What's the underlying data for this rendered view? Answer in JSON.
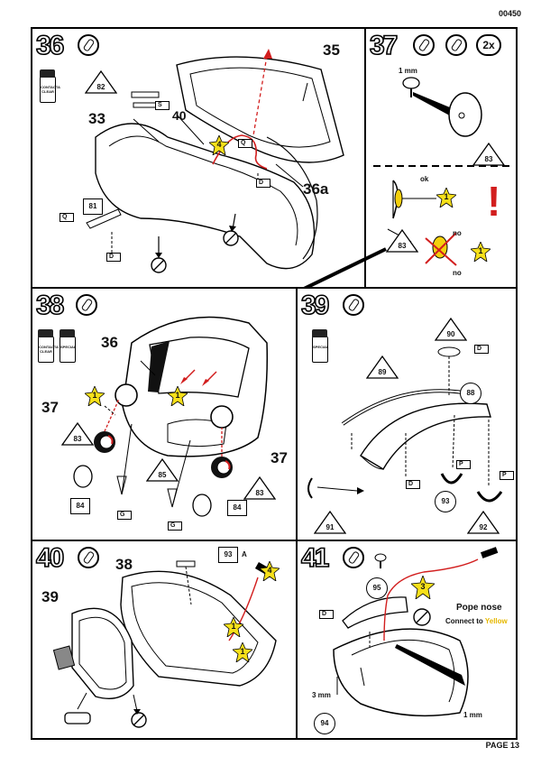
{
  "header": {
    "document_number": "00450"
  },
  "footer": {
    "page_label": "PAGE 13"
  },
  "colors": {
    "paint_yellow": "#f7e01a",
    "arrow_red": "#d21e1e",
    "warning_red": "#d21e1e",
    "bulb_yellow": "#f4d00c"
  },
  "steps": {
    "s36": {
      "number": "36",
      "paint_jar_label": "CONTACTA CLEAR",
      "parts": {
        "hood": "35",
        "body": "33",
        "cable": "40",
        "inner": "36a"
      },
      "markers": {
        "tri": "82",
        "box": "81"
      },
      "paint_code": "4",
      "letters": {
        "s": "S",
        "q1": "Q",
        "q2": "Q",
        "d1": "D",
        "d2": "D"
      }
    },
    "s37": {
      "number": "37",
      "quantity": "2x",
      "dimension": "1 mm",
      "marker": "83",
      "ok_label": "ok",
      "no_label_1": "no",
      "no_label_2": "no",
      "paint_code": "1",
      "tri_bottom": "83",
      "warning": "!"
    },
    "s38": {
      "number": "38",
      "paint_jar_1": "CONTACTA CLEAR",
      "paint_jar_2": "SPECIAL",
      "parts": {
        "body": "36",
        "lamp_left": "37",
        "lamp_right": "37"
      },
      "markers": {
        "tri_left": "83",
        "tri_right": "83",
        "tri_center": "85",
        "box_left": "84",
        "box_right": "84"
      },
      "paint_codes": [
        "1",
        "1"
      ],
      "letters": {
        "g1": "G",
        "g2": "G"
      }
    },
    "s39": {
      "number": "39",
      "paint_jar": "SPECIAL",
      "markers": {
        "tri_89": "89",
        "tri_90": "90",
        "circ_88": "88",
        "tri_91": "91",
        "circ_93": "93",
        "tri_92": "92"
      },
      "letters": {
        "d1": "D",
        "d2": "D",
        "p1": "P",
        "p2": "P"
      }
    },
    "s40": {
      "number": "40",
      "parts": {
        "seat": "38",
        "frame": "39"
      },
      "markers": {
        "box_93": "93",
        "box_93_suffix": "A"
      },
      "paint_codes": [
        "4",
        "1",
        "1"
      ]
    },
    "s41": {
      "number": "41",
      "markers": {
        "circ_95": "95",
        "circ_94": "94"
      },
      "paint_code": "3",
      "dimension_1": "3 mm",
      "dimension_2": "1 mm",
      "letter_d": "D",
      "note_title": "Pope nose",
      "note_sub": "Connect to",
      "note_color": "Yellow"
    }
  }
}
